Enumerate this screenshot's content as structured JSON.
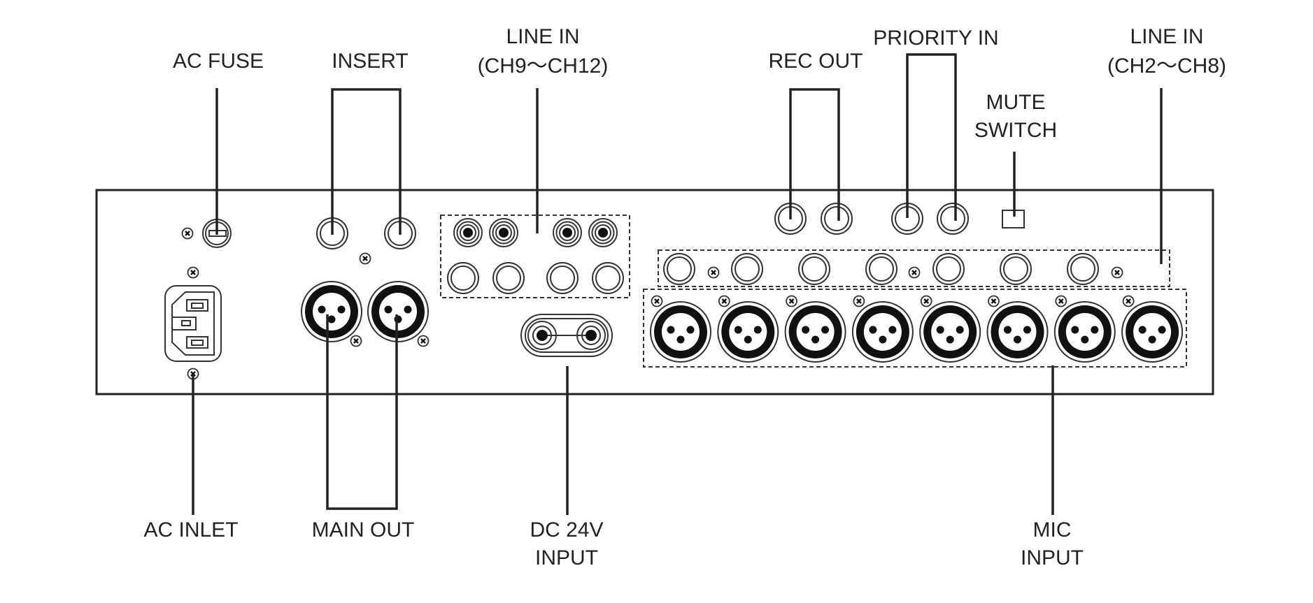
{
  "title": "Rear panel connections",
  "colors": {
    "line": "#222222",
    "background": "#ffffff"
  },
  "top_labels": {
    "ac_fuse": "AC FUSE",
    "insert": "INSERT",
    "line_in_9_12_l1": "LINE IN",
    "line_in_9_12_l2": "(CH9～CH12)",
    "rec_out": "REC OUT",
    "priority_in": "PRIORITY IN",
    "mute_switch_l1": "MUTE",
    "mute_switch_l2": "SWITCH",
    "line_in_2_8_l1": "LINE IN",
    "line_in_2_8_l2": "(CH2～CH8)"
  },
  "bottom_labels": {
    "ac_inlet": "AC INLET",
    "main_out": "MAIN OUT",
    "dc_input_l1": "DC 24V",
    "dc_input_l2": "INPUT",
    "mic_input_l1": "MIC",
    "mic_input_l2": "INPUT"
  },
  "connectors": {
    "insert_jacks": 2,
    "main_out_xlr": 2,
    "line_in_9_12_rca": 4,
    "line_in_9_12_jacks": 4,
    "rec_out_jacks": 2,
    "priority_in_jacks": 2,
    "line_in_2_8_jacks": 7,
    "mic_input_xlr": 8
  }
}
